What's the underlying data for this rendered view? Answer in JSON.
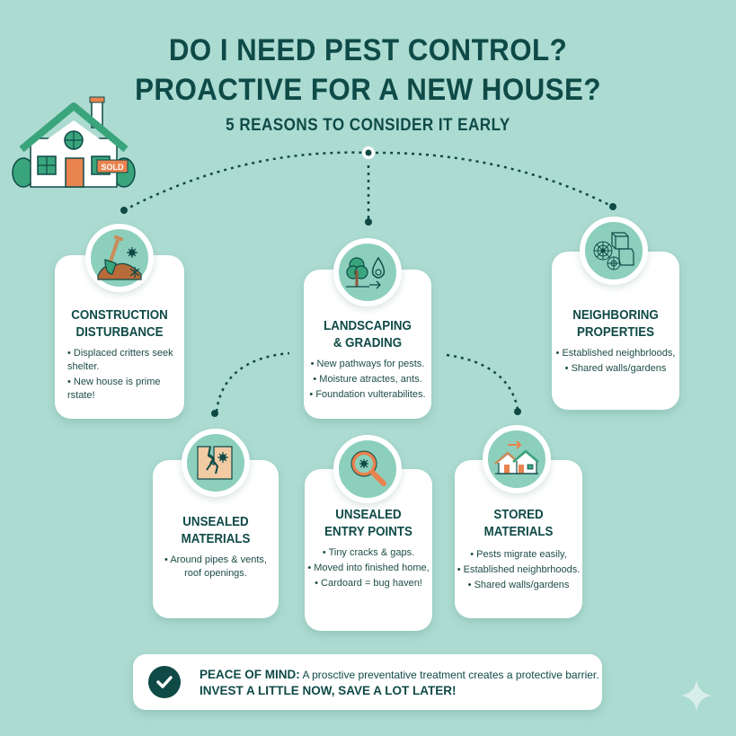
{
  "header": {
    "title_line1": "DO I NEED PEST CONTROL?",
    "title_line2": "PROACTIVE FOR A NEW HOUSE?",
    "subtitle": "5 REASONS TO CONSIDER IT EARLY"
  },
  "house_illustration": {
    "sign_label": "SOLD",
    "icon": "house-icon"
  },
  "colors": {
    "background": "#acdbd1",
    "primary_text": "#0f4a47",
    "accent_green": "#3aa57c",
    "accent_orange": "#e9834f",
    "icon_circle": "#8ccfbc",
    "card": "#ffffff"
  },
  "cards": [
    {
      "title_line1": "CONSTRUCTION",
      "title_line2": "DISTURBANCE",
      "icon": "shovel-dirt-icon",
      "bullets": [
        "Displaced critters seek shelter.",
        "New house is prime rstate!"
      ]
    },
    {
      "title_line1": "LANDSCAPING",
      "title_line2": "& GRADING",
      "icon": "tree-water-icon",
      "bullets": [
        "New pathways for pests.",
        "Moisture atractes, ants.",
        "Foundation vulterabilites."
      ]
    },
    {
      "title_line1": "NEIGHBORING",
      "title_line2": "PROPERTIES",
      "icon": "boxes-cobweb-icon",
      "bullets": [
        "Established neighbrloods,",
        "Shared walls/gardens"
      ]
    },
    {
      "title_line1": "UNSEALED",
      "title_line2": "MATERIALS",
      "icon": "cracked-wall-icon",
      "bullets": [
        "Around pipes & vents, roof openings."
      ]
    },
    {
      "title_line1": "UNSEALED",
      "title_line2": "ENTRY POINTS",
      "icon": "magnifier-bug-icon",
      "bullets": [
        "Tiny cracks & gaps.",
        "Moved into finished home,",
        "Cardoard = bug haven!"
      ]
    },
    {
      "title_line1": "STORED MATERIALS",
      "title_line2": "",
      "icon": "houses-migrate-icon",
      "bullets": [
        "Pests migrate easily,",
        "Established neighbrhoods.",
        "Shared walls/gardens"
      ]
    }
  ],
  "footer": {
    "label": "PEACE OF MIND:",
    "text": " A prosctive preventative treatment creates a protective barrier.",
    "cta": "INVEST A LITTLE NOW, SAVE A LOT LATER!",
    "icon": "checkmark-icon"
  },
  "watermark": {
    "icon": "sparkle-icon"
  }
}
